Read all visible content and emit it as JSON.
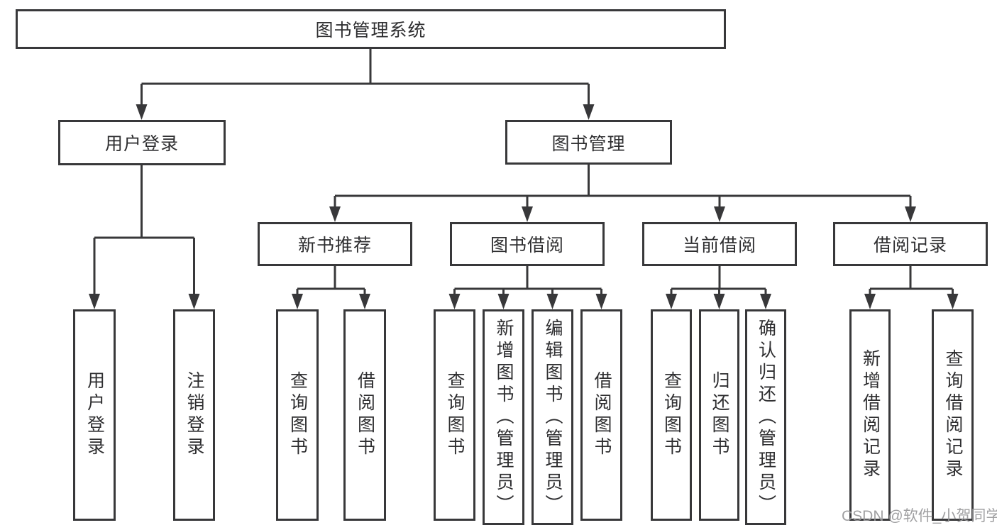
{
  "diagram": {
    "root": {
      "label": "图书管理系统"
    },
    "branches": [
      {
        "label": "用户登录",
        "children": [
          {
            "label": "用户登录"
          },
          {
            "label": "注销登录"
          }
        ]
      },
      {
        "label": "图书管理",
        "children": [
          {
            "label": "新书推荐",
            "children": [
              {
                "label": "查询图书"
              },
              {
                "label": "借阅图书"
              }
            ]
          },
          {
            "label": "图书借阅",
            "children": [
              {
                "label": "查询图书"
              },
              {
                "label": "新增图书（管理员）"
              },
              {
                "label": "编辑图书（管理员）"
              },
              {
                "label": "借阅图书"
              }
            ]
          },
          {
            "label": "当前借阅",
            "children": [
              {
                "label": "查询图书"
              },
              {
                "label": "归还图书"
              },
              {
                "label": "确认归还（管理员）"
              }
            ]
          },
          {
            "label": "借阅记录",
            "children": [
              {
                "label": "新增借阅记录"
              },
              {
                "label": "查询借阅记录"
              }
            ]
          }
        ]
      }
    ]
  },
  "watermark": "CSDN @软件_小贺同学",
  "colors": {
    "line": "#38383a",
    "text": "#2e2e30",
    "watermark": "#98989a",
    "background": "#ffffff"
  }
}
